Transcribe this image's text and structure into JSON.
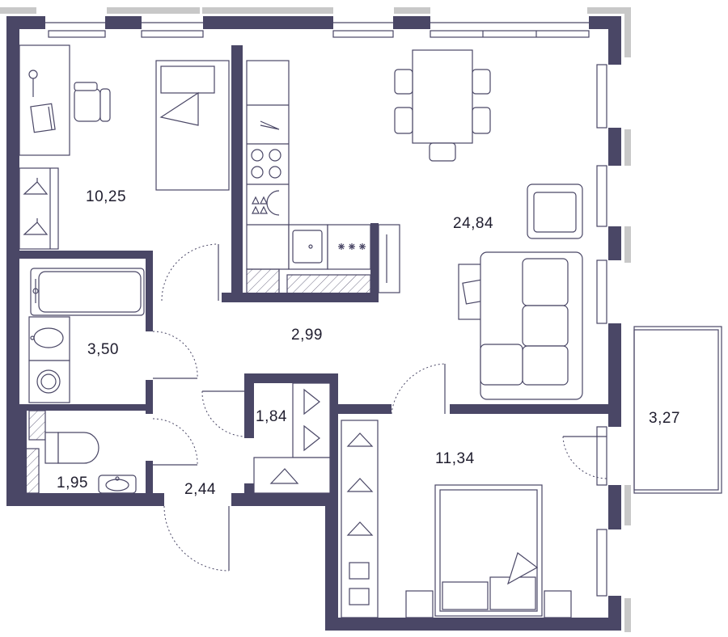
{
  "rooms": [
    {
      "id": "bedroom-1",
      "area": "10,25"
    },
    {
      "id": "living-kitchen",
      "area": "24,84"
    },
    {
      "id": "bathroom",
      "area": "3,50"
    },
    {
      "id": "hallway",
      "area": "2,99"
    },
    {
      "id": "wardrobe",
      "area": "1,84"
    },
    {
      "id": "balcony",
      "area": "3,27"
    },
    {
      "id": "bedroom-2",
      "area": "11,34"
    },
    {
      "id": "toilet",
      "area": "1,95"
    },
    {
      "id": "entrance",
      "area": "2,44"
    }
  ],
  "colors": {
    "wall": "#4a4766",
    "shade": "#c8c8c8",
    "text": "#1f1d2e"
  }
}
